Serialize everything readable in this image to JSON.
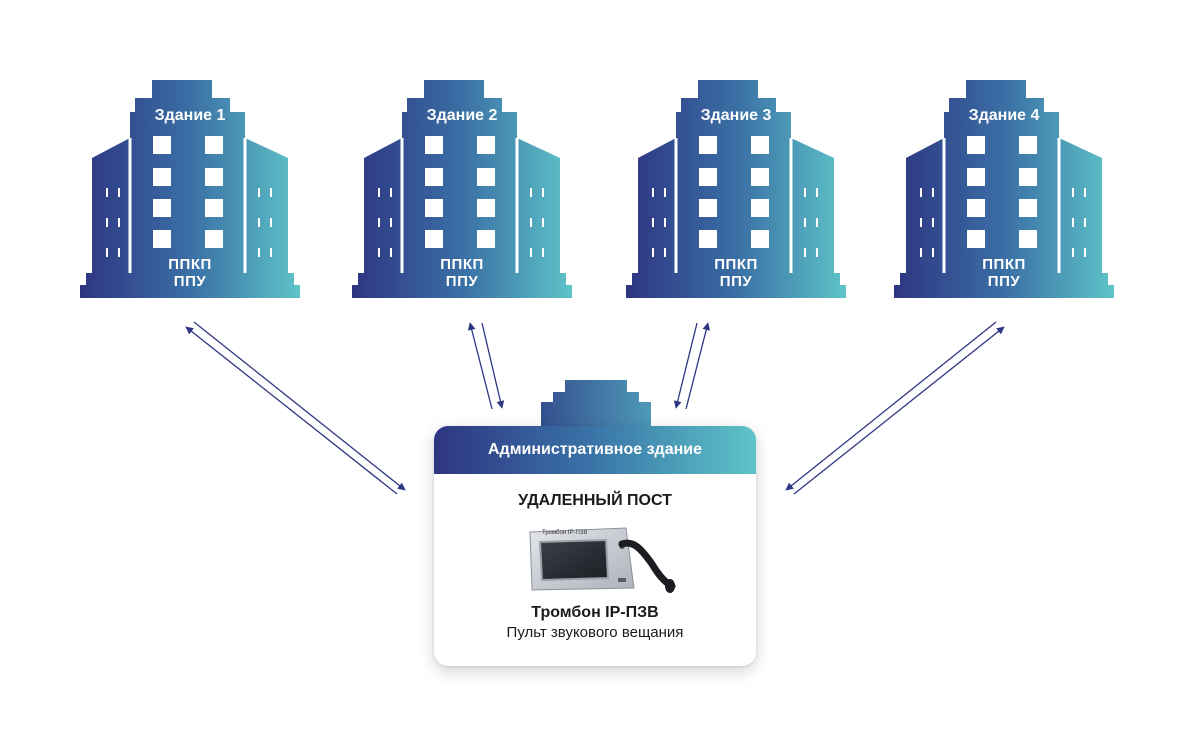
{
  "colors": {
    "gradient_start": "#2e3582",
    "gradient_mid": "#3a75a8",
    "gradient_end": "#5ec4c8",
    "arrow": "#2e3582"
  },
  "buildings": [
    {
      "name": "Здание 1",
      "system_line1": "ППКП",
      "system_line2": "ППУ"
    },
    {
      "name": "Здание 2",
      "system_line1": "ППКП",
      "system_line2": "ППУ"
    },
    {
      "name": "Здание 3",
      "system_line1": "ППКП",
      "system_line2": "ППУ"
    },
    {
      "name": "Здание 4",
      "system_line1": "ППКП",
      "system_line2": "ППУ"
    }
  ],
  "admin": {
    "header": "Административное здание",
    "post_title": "УДАЛЕННЫЙ ПОСТ",
    "device_name": "Тромбон IP-ПЗВ",
    "device_description": "Пульт звукового вещания",
    "device_panel_label": "Тромбон IP-ПЗВ"
  }
}
